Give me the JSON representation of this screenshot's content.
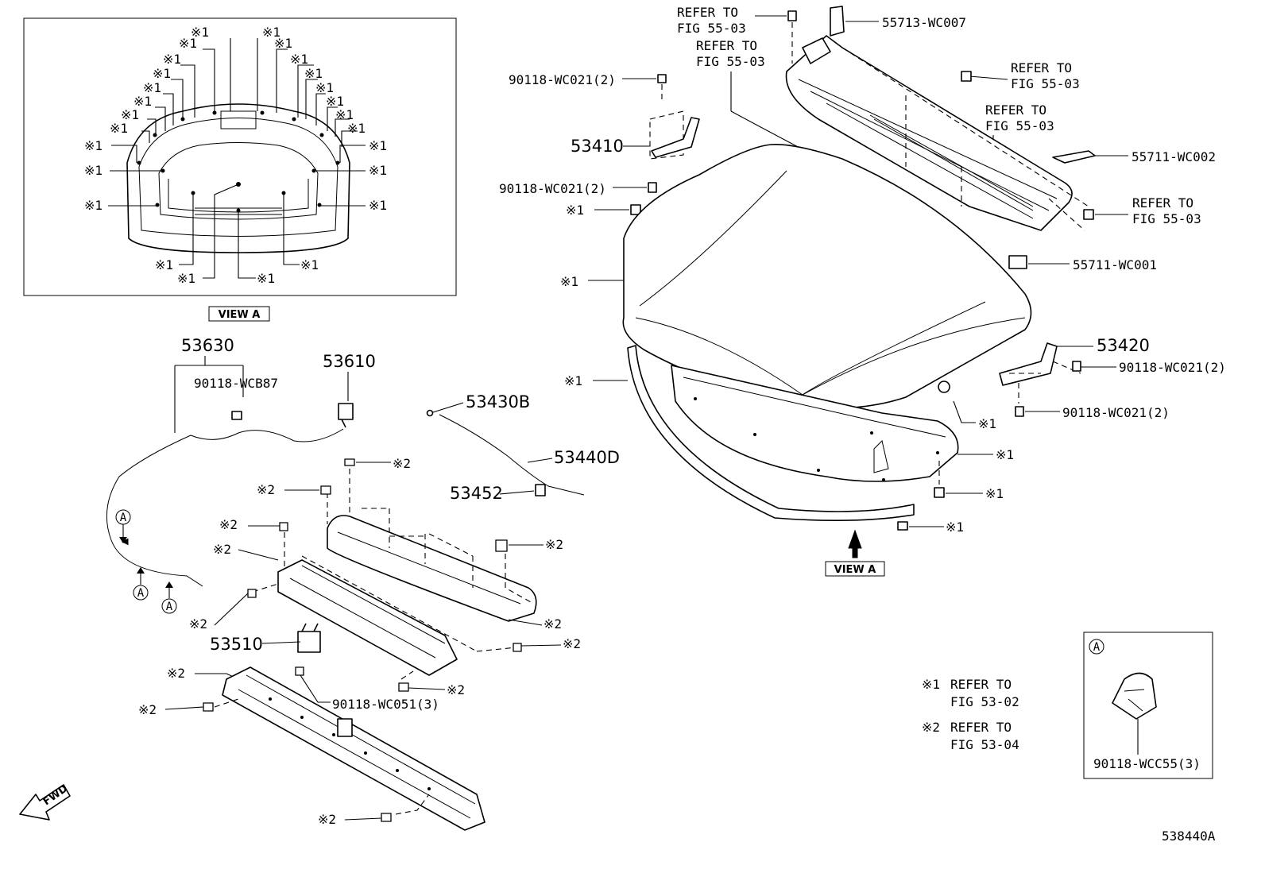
{
  "diagram": {
    "figure_id": "538440A",
    "view_a_label": "VIEW A",
    "fwd_label": "FWD",
    "ref_a": "A",
    "mark1": "※1",
    "mark2": "※2",
    "refer_to": "REFER TO",
    "fig_55_03": "FIG 55-03",
    "legend": [
      {
        "mark": "※1",
        "line1": "REFER TO",
        "line2": "FIG 53-02"
      },
      {
        "mark": "※2",
        "line1": "REFER TO",
        "line2": "FIG 53-04"
      }
    ],
    "parts": {
      "p53630": "53630",
      "p90118_wcb87": "90118-WCB87",
      "p53610": "53610",
      "p53430b": "53430B",
      "p53440d": "53440D",
      "p53452": "53452",
      "p53510": "53510",
      "p90118_wc051": "90118-WC051(3)",
      "p53410": "53410",
      "p90118_wc021_a": "90118-WC021(2)",
      "p90118_wc021_b": "90118-WC021(2)",
      "p55713": "55713-WC007",
      "p55711_wc002": "55711-WC002",
      "p55711_wc001": "55711-WC001",
      "p53420": "53420",
      "p90118_wc021_c": "90118-WC021(2)",
      "p90118_wc021_d": "90118-WC021(2)",
      "p90118_wcc55": "90118-WCC55(3)"
    }
  }
}
